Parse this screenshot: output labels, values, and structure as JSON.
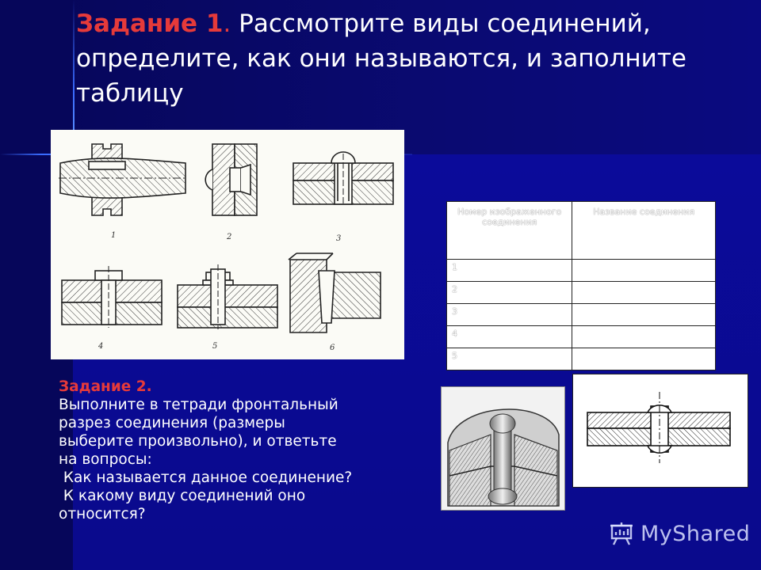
{
  "slide": {
    "title_accent": "Задание 1",
    "title_dot": ".",
    "title_rest": " Рассмотрите виды соединений, определите, как они называются, и заполните таблицу"
  },
  "figure_labels": [
    "1",
    "2",
    "3",
    "4",
    "5",
    "6"
  ],
  "table": {
    "headers": [
      "Номер изображенного соединения",
      "Название соединения"
    ],
    "rows": [
      [
        "1",
        ""
      ],
      [
        "2",
        ""
      ],
      [
        "3",
        ""
      ],
      [
        "4",
        ""
      ],
      [
        "5",
        ""
      ]
    ]
  },
  "task2": {
    "title": "Задание 2.",
    "lines": [
      "Выполните в тетради фронтальный",
      "разрез соединения (размеры",
      "выберите произвольно), и ответьте",
      "на вопросы:",
      " Как называется данное соединение?",
      " К какому виду соединений оно",
      "относится?"
    ]
  },
  "watermark": {
    "text": "MyShared"
  }
}
